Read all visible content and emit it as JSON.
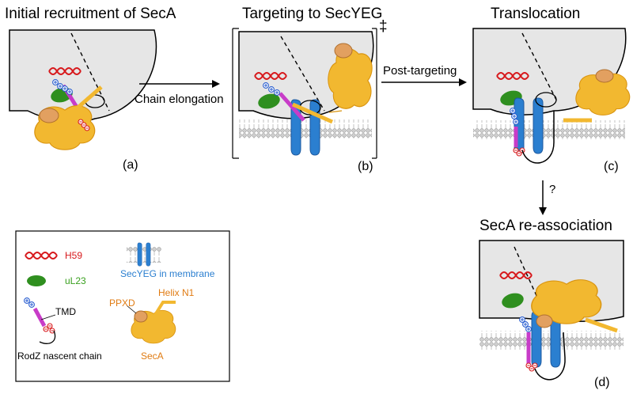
{
  "titles": {
    "a": "Initial recruitment of SecA",
    "b": "Targeting to SecYEG",
    "b_mark": "‡",
    "c": "Translocation",
    "d": "SecA re-association"
  },
  "arrows": {
    "ab": "Chain elongation",
    "bc": "Post-targeting",
    "cd": "?"
  },
  "panels": {
    "a": "(a)",
    "b": "(b)",
    "c": "(c)",
    "d": "(d)"
  },
  "legend": {
    "h59": "H59",
    "ul23": "uL23",
    "secyeg": "SecYEG in membrane",
    "tmd": "TMD",
    "nascent": "RodZ nascent chain",
    "ppxd": "PPXD",
    "helix": "Helix N1",
    "seca": "SecA"
  },
  "colors": {
    "ribosome": "#e6e6e6",
    "rna": "#d7191c",
    "ul23": "#2f8f1f",
    "secyeg": "#2b7fd0",
    "seca": "#f2b830",
    "seca_dark": "#d99410",
    "ppxd": "#e2a060",
    "tmd": "#c83cc8",
    "plus": "#2b5fd0",
    "label_red": "#d7191c",
    "label_green": "#3aa01f",
    "label_blue": "#2b7fd0",
    "label_orange": "#e07b12"
  }
}
